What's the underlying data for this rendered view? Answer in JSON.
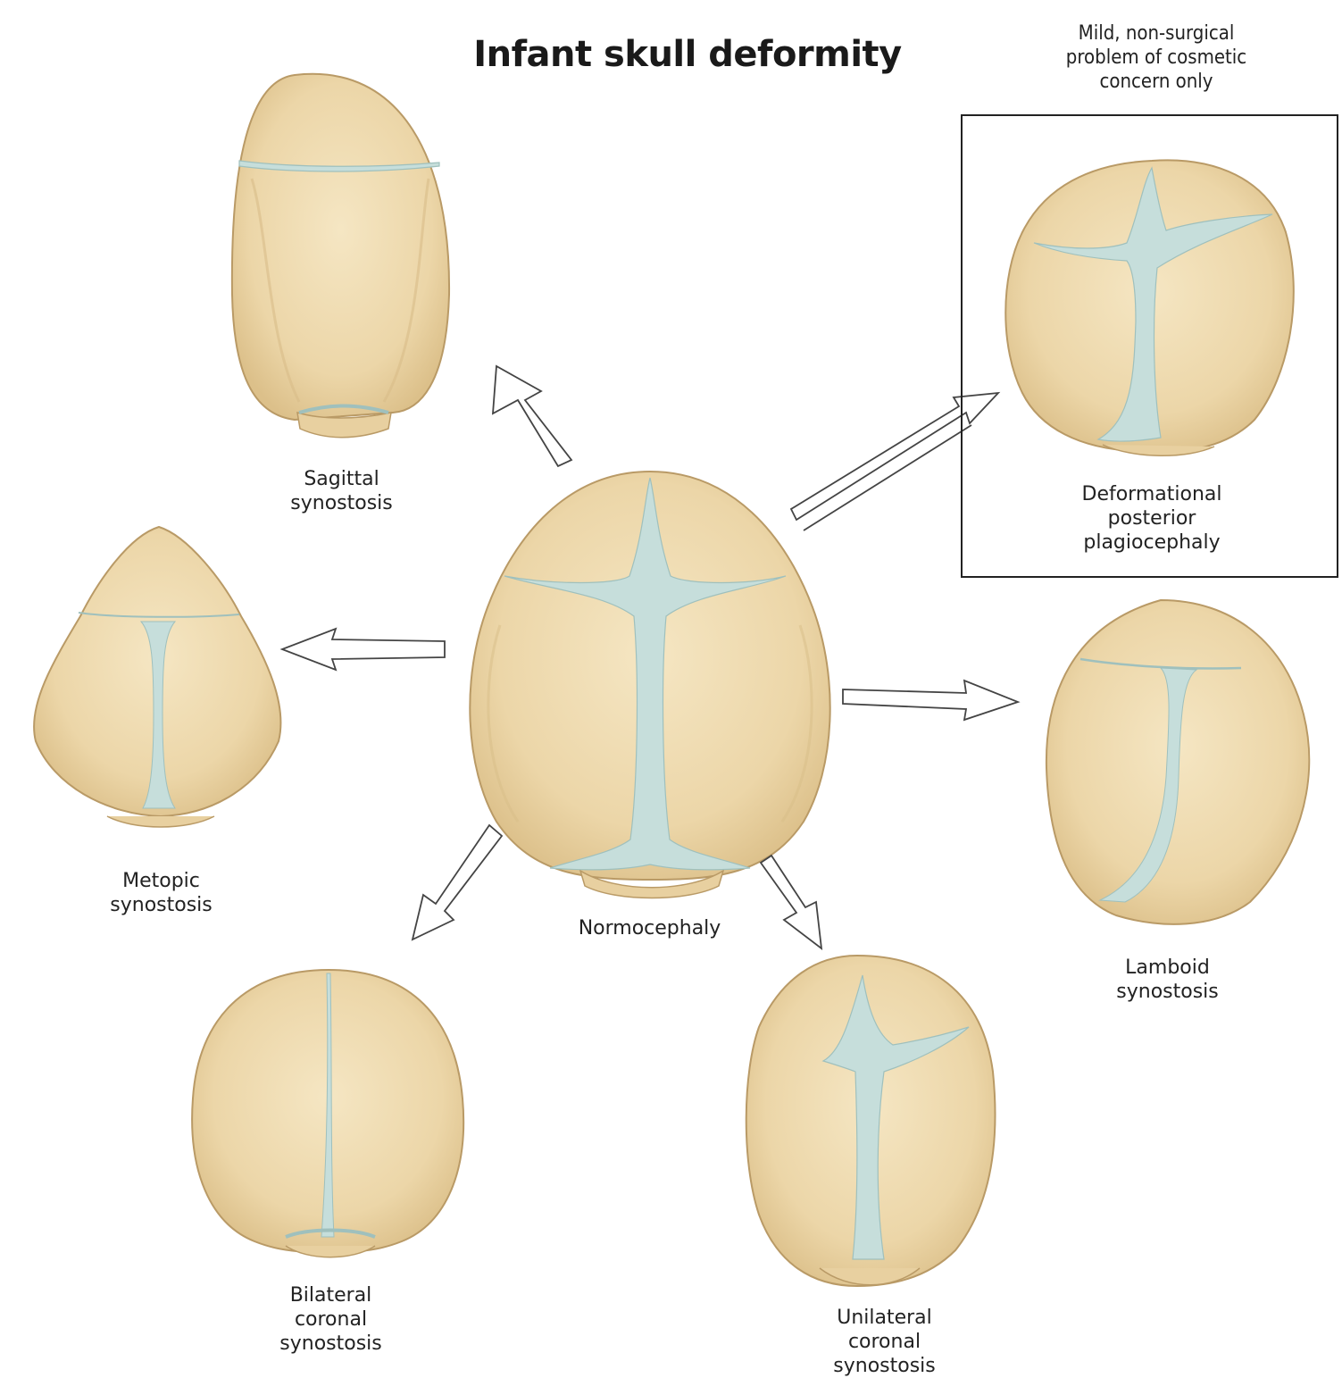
{
  "title": "Infant skull deformity",
  "note": "Mild, non-surgical\nproblem of cosmetic\nconcern only",
  "labels": {
    "sagittal": "Sagittal\nsynostosis",
    "metopic": "Metopic\nsynostosis",
    "normocephaly": "Normocephaly",
    "bilateral_coronal": "Bilateral\ncoronal\nsynostosis",
    "unilateral_coronal": "Unilateral\ncoronal\nsynostosis",
    "lamboid": "Lamboid\nsynostosis",
    "deformational": "Deformational\nposterior\nplagiocephaly"
  },
  "colors": {
    "bone": "#efdcb2",
    "bone_shade": "#e2c996",
    "bone_outline": "#b99a66",
    "suture": "#c6dedb",
    "suture_edge": "#9fc0bd"
  }
}
